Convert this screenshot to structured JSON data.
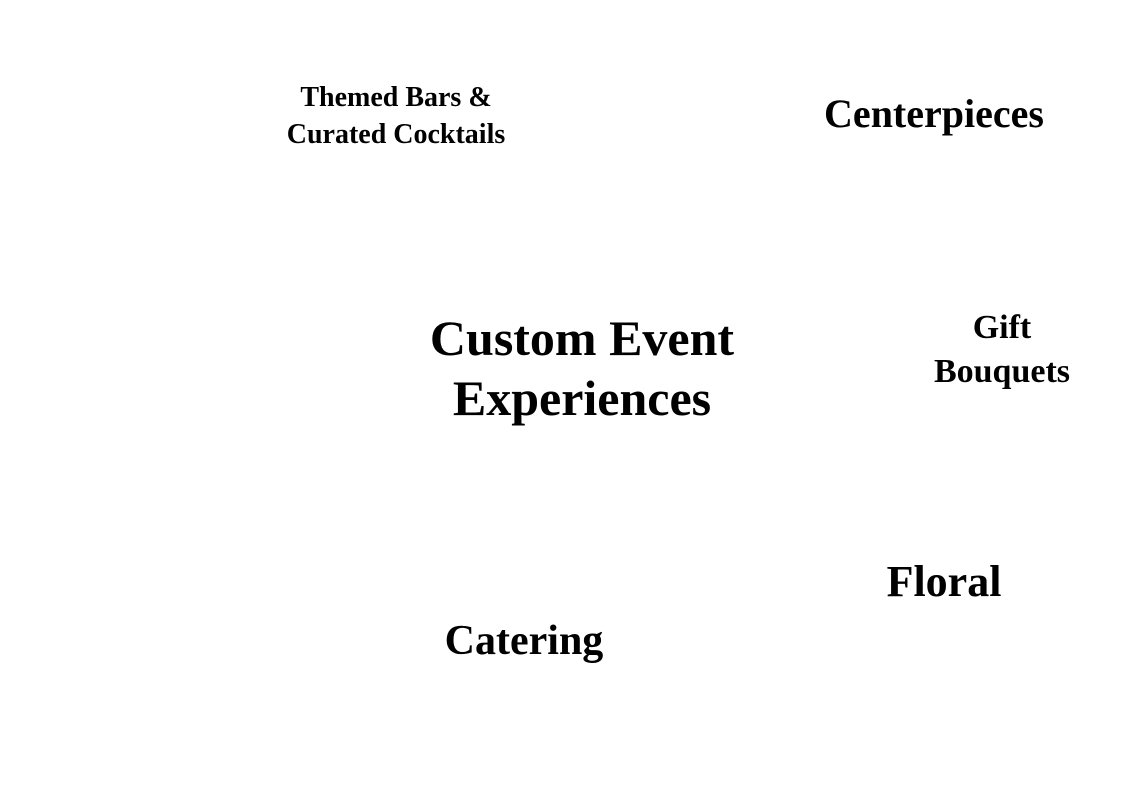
{
  "nodes": {
    "themed_bars": {
      "line1": "Themed Bars &",
      "line2": "Curated Cocktails"
    },
    "centerpieces": {
      "line1": "Centerpieces"
    },
    "custom_event": {
      "line1": "Custom Event",
      "line2": "Experiences"
    },
    "gift_bouquets": {
      "line1": "Gift",
      "line2": "Bouquets"
    },
    "floral": {
      "line1": "Floral"
    },
    "catering": {
      "line1": "Catering"
    }
  }
}
